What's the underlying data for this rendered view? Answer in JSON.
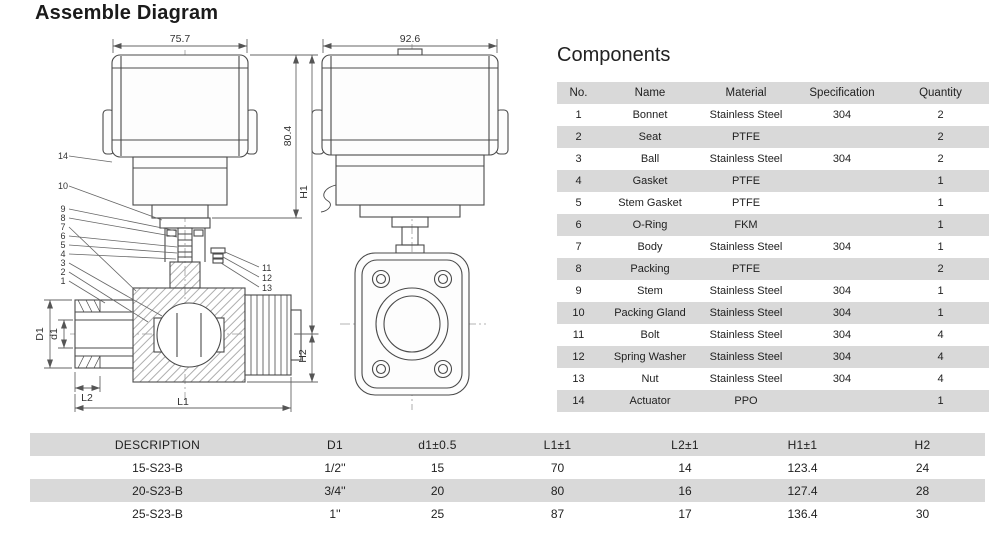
{
  "page_title": "Assemble Diagram",
  "diagram": {
    "dims": {
      "front_width": "75.7",
      "side_width": "92.6",
      "actuator_height": "80.4",
      "h1": "H1",
      "h2": "H2",
      "d1_outer": "D1",
      "d1_inner": "d1",
      "l1": "L1",
      "l2": "L2"
    },
    "part_numbers_left": [
      "14",
      "10",
      "9",
      "8",
      "7",
      "6",
      "5",
      "4",
      "3",
      "2",
      "1"
    ],
    "part_numbers_right": [
      "11",
      "12",
      "13"
    ]
  },
  "components": {
    "heading": "Components",
    "headers": [
      "No.",
      "Name",
      "Material",
      "Specification",
      "Quantity"
    ],
    "rows": [
      [
        "1",
        "Bonnet",
        "Stainless Steel",
        "304",
        "2"
      ],
      [
        "2",
        "Seat",
        "PTFE",
        "",
        "2"
      ],
      [
        "3",
        "Ball",
        "Stainless Steel",
        "304",
        "2"
      ],
      [
        "4",
        "Gasket",
        "PTFE",
        "",
        "1"
      ],
      [
        "5",
        "Stem Gasket",
        "PTFE",
        "",
        "1"
      ],
      [
        "6",
        "O-Ring",
        "FKM",
        "",
        "1"
      ],
      [
        "7",
        "Body",
        "Stainless Steel",
        "304",
        "1"
      ],
      [
        "8",
        "Packing",
        "PTFE",
        "",
        "2"
      ],
      [
        "9",
        "Stem",
        "Stainless Steel",
        "304",
        "1"
      ],
      [
        "10",
        "Packing Gland",
        "Stainless Steel",
        "304",
        "1"
      ],
      [
        "11",
        "Bolt",
        "Stainless Steel",
        "304",
        "4"
      ],
      [
        "12",
        "Spring Washer",
        "Stainless Steel",
        "304",
        "4"
      ],
      [
        "13",
        "Nut",
        "Stainless Steel",
        "304",
        "4"
      ],
      [
        "14",
        "Actuator",
        "PPO",
        "",
        "1"
      ]
    ]
  },
  "size_table": {
    "headers": [
      "DESCRIPTION",
      "D1",
      "d1±0.5",
      "L1±1",
      "L2±1",
      "H1±1",
      "H2"
    ],
    "rows": [
      [
        "15-S23-B",
        "1/2''",
        "15",
        "70",
        "14",
        "123.4",
        "24"
      ],
      [
        "20-S23-B",
        "3/4''",
        "20",
        "80",
        "16",
        "127.4",
        "28"
      ],
      [
        "25-S23-B",
        "1''",
        "25",
        "87",
        "17",
        "136.4",
        "30"
      ]
    ]
  },
  "colors": {
    "band_grey": "#d9d9d9",
    "line": "#4a4a4a",
    "text": "#1f1f1f"
  }
}
